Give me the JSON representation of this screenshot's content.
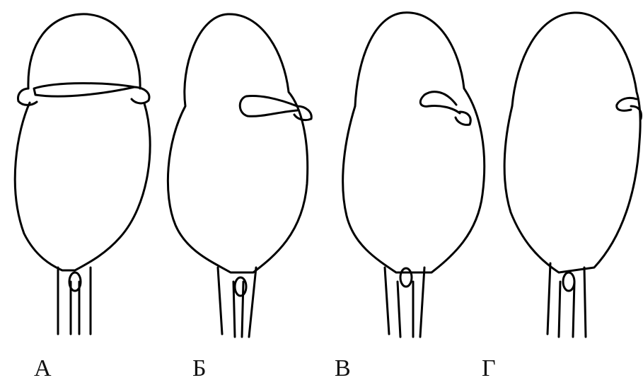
{
  "figure": {
    "panels": [
      {
        "id": "a",
        "label": "А"
      },
      {
        "id": "b",
        "label": "Б"
      },
      {
        "id": "v",
        "label": "В"
      },
      {
        "id": "g",
        "label": "Г"
      }
    ]
  }
}
